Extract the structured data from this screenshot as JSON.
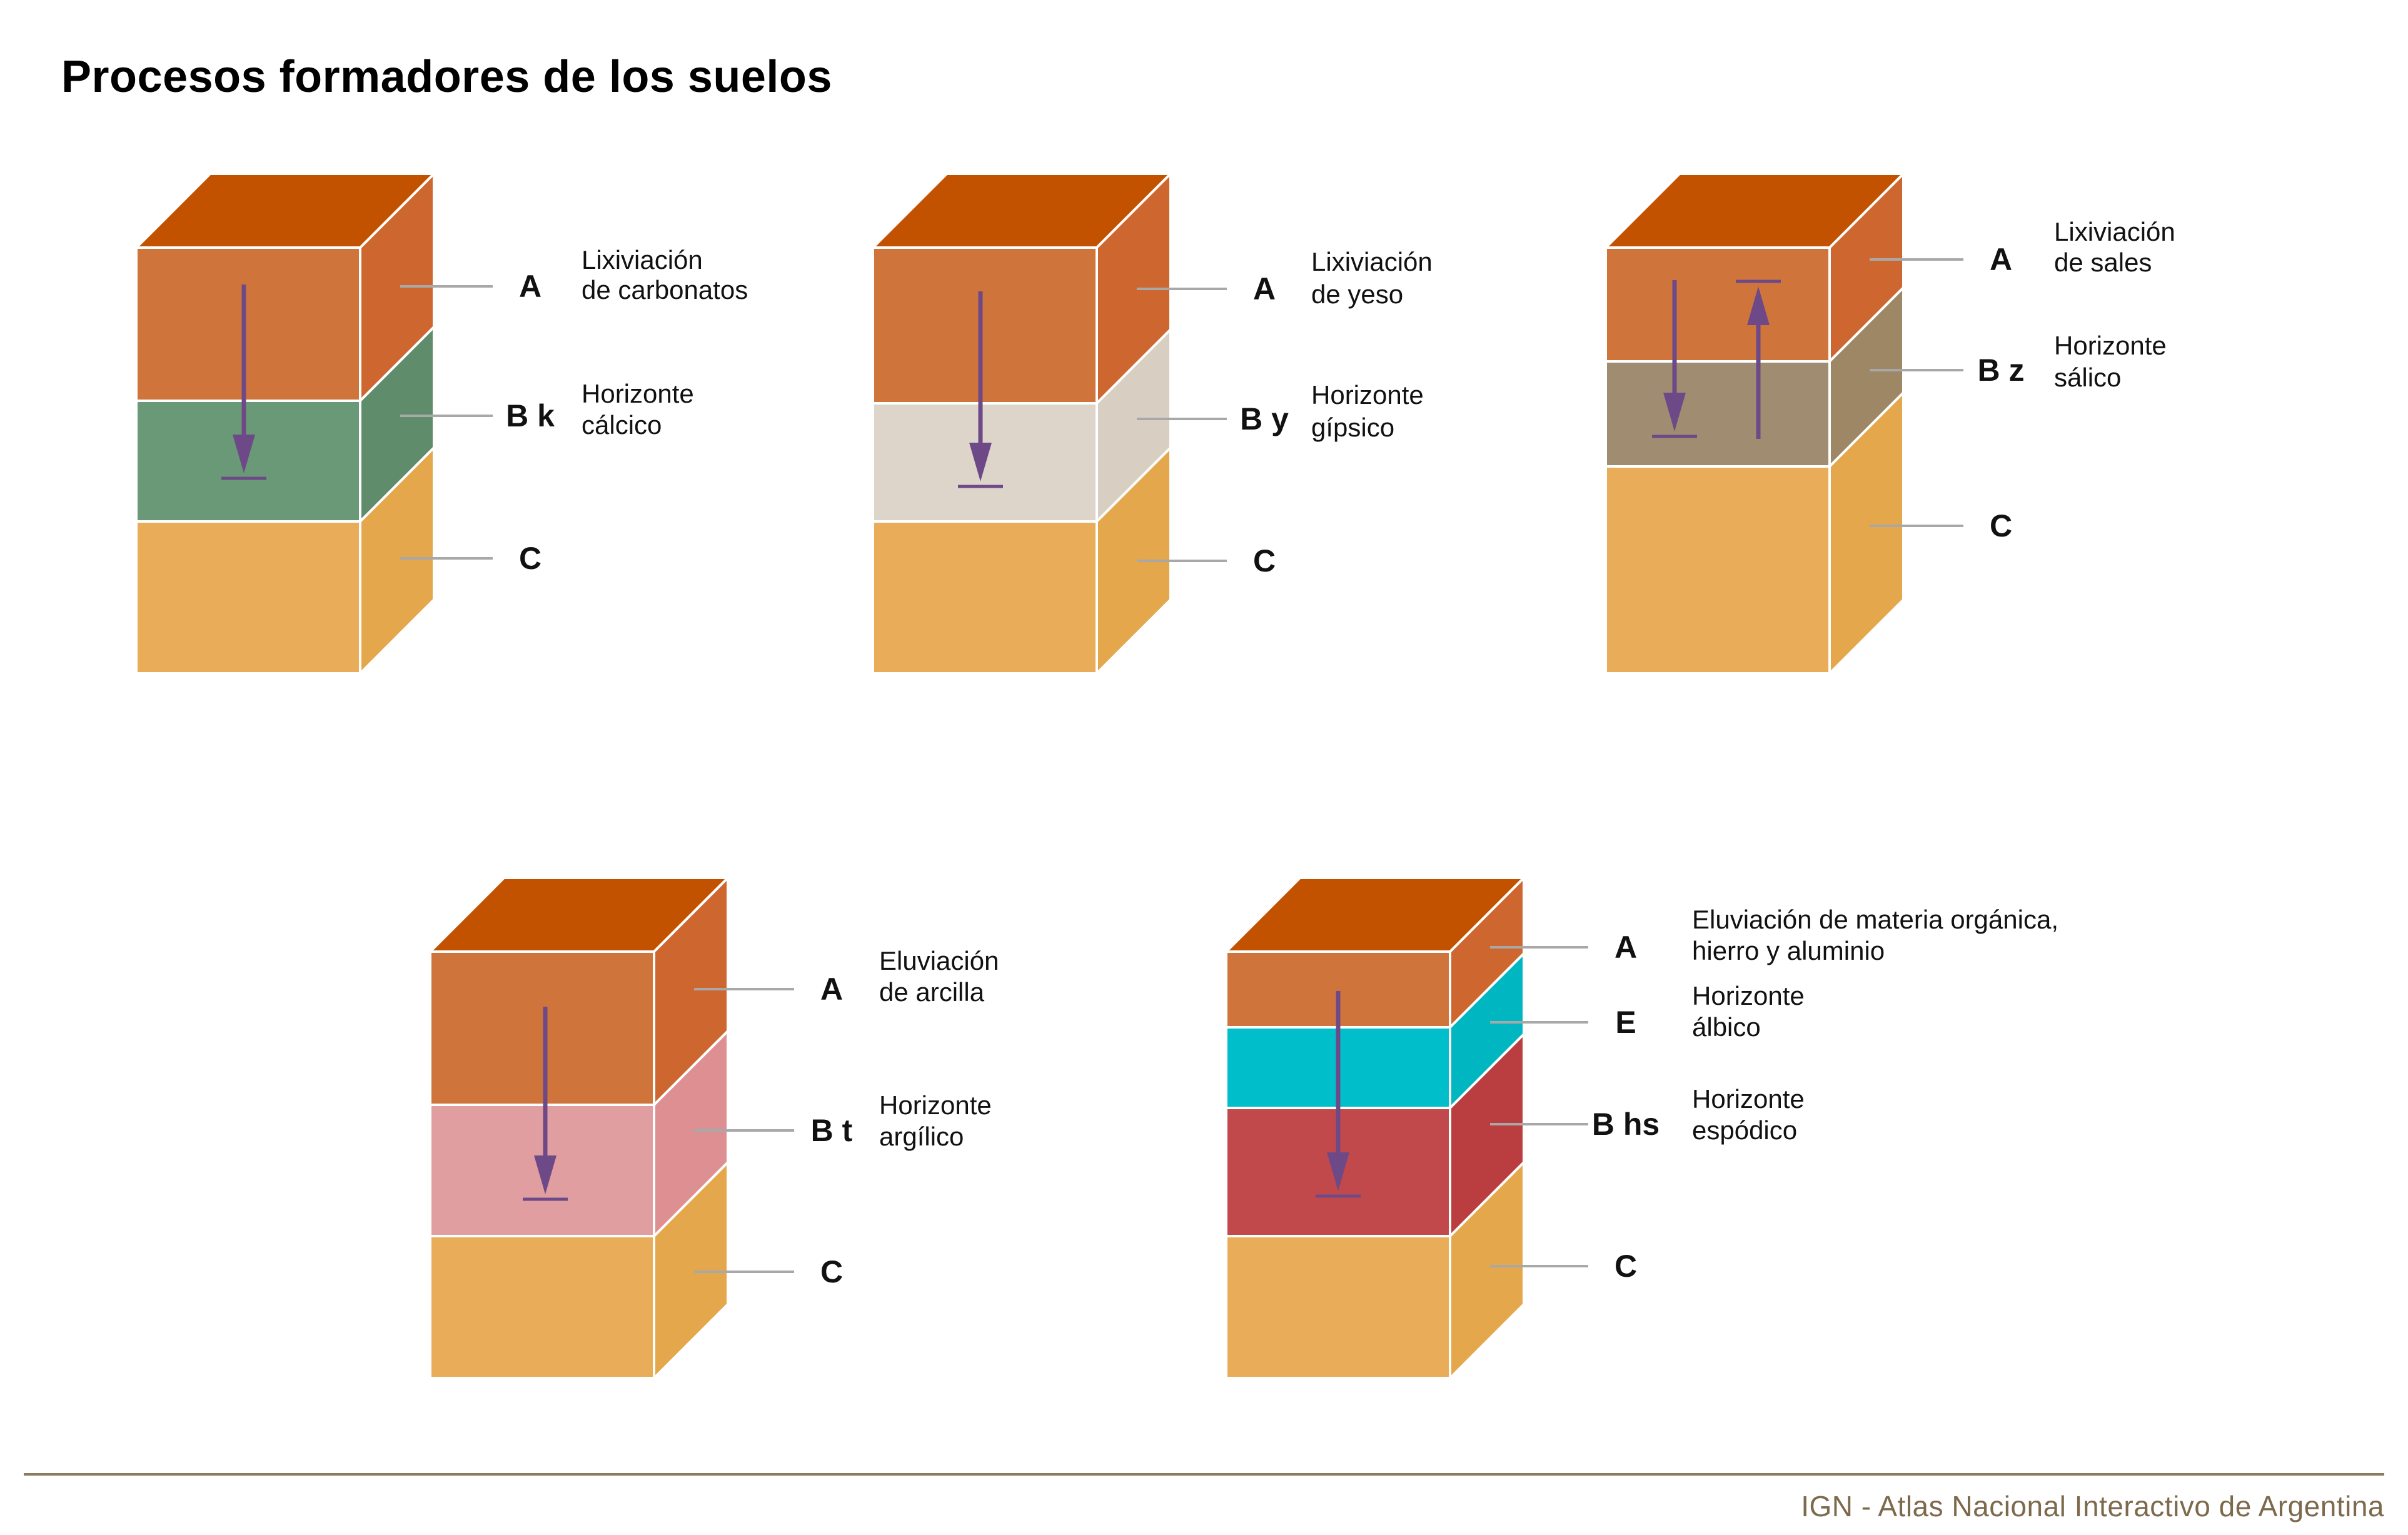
{
  "title": "Procesos formadores de los suelos",
  "footer": "IGN - Atlas Nacional Interactivo de Argentina",
  "colors": {
    "top": "#c35200",
    "horizon_A": "#cf753b",
    "horizon_A_side": "#cd672f",
    "horizon_C": "#e9ac58",
    "horizon_C_side": "#e4a74b",
    "arrow": "#6d4a87",
    "leader_line": "#a8a8a8"
  },
  "profiles": [
    {
      "id": "carbonatos",
      "arrow": "down",
      "layers": [
        {
          "code": "A",
          "text": [
            "Lixiviación",
            "de carbonatos"
          ],
          "color": "#cf753b",
          "side": "#cd672f"
        },
        {
          "code": "B k",
          "text": [
            "Horizonte",
            "cálcico"
          ],
          "color": "#6a9977",
          "side": "#5f8c6a"
        },
        {
          "code": "C",
          "text": [],
          "color": "#e9ac58",
          "side": "#e4a74b"
        }
      ]
    },
    {
      "id": "yeso",
      "arrow": "down",
      "layers": [
        {
          "code": "A",
          "text": [
            "Lixiviación",
            "de yeso"
          ],
          "color": "#cf753b",
          "side": "#cd672f"
        },
        {
          "code": "B y",
          "text": [
            "Horizonte",
            "gípsico"
          ],
          "color": "#ddd5ca",
          "side": "#d8cfc2"
        },
        {
          "code": "C",
          "text": [],
          "color": "#e9ac58",
          "side": "#e4a74b"
        }
      ]
    },
    {
      "id": "sales",
      "arrow": "both",
      "layers": [
        {
          "code": "A",
          "text": [
            "Lixiviación",
            "de sales"
          ],
          "color": "#cf753b",
          "side": "#cd672f"
        },
        {
          "code": "B z",
          "text": [
            "Horizonte",
            "sálico"
          ],
          "color": "#a08d71",
          "side": "#9e8765"
        },
        {
          "code": "C",
          "text": [],
          "color": "#e9ac58",
          "side": "#e4a74b"
        }
      ]
    },
    {
      "id": "arcilla",
      "arrow": "down",
      "layers": [
        {
          "code": "A",
          "text": [
            "Eluviación",
            "de arcilla"
          ],
          "color": "#cf753b",
          "side": "#cd672f"
        },
        {
          "code": "B t",
          "text": [
            "Horizonte",
            "argílico"
          ],
          "color": "#e19ea0",
          "side": "#dd8f92"
        },
        {
          "code": "C",
          "text": [],
          "color": "#e9ac58",
          "side": "#e4a74b"
        }
      ]
    },
    {
      "id": "espodico",
      "arrow": "down",
      "layers": [
        {
          "code": "A",
          "text": [
            "Eluviación de materia orgánica,",
            "hierro y aluminio"
          ],
          "color": "#cf753b",
          "side": "#cd672f"
        },
        {
          "code": "E",
          "text": [
            "Horizonte",
            "álbico"
          ],
          "color": "#00bfca",
          "side": "#00b6c1"
        },
        {
          "code": "B hs",
          "text": [
            "Horizonte",
            "espódico"
          ],
          "color": "#c2494b",
          "side": "#ba3e40"
        },
        {
          "code": "C",
          "text": [],
          "color": "#e9ac58",
          "side": "#e4a74b"
        }
      ]
    }
  ]
}
